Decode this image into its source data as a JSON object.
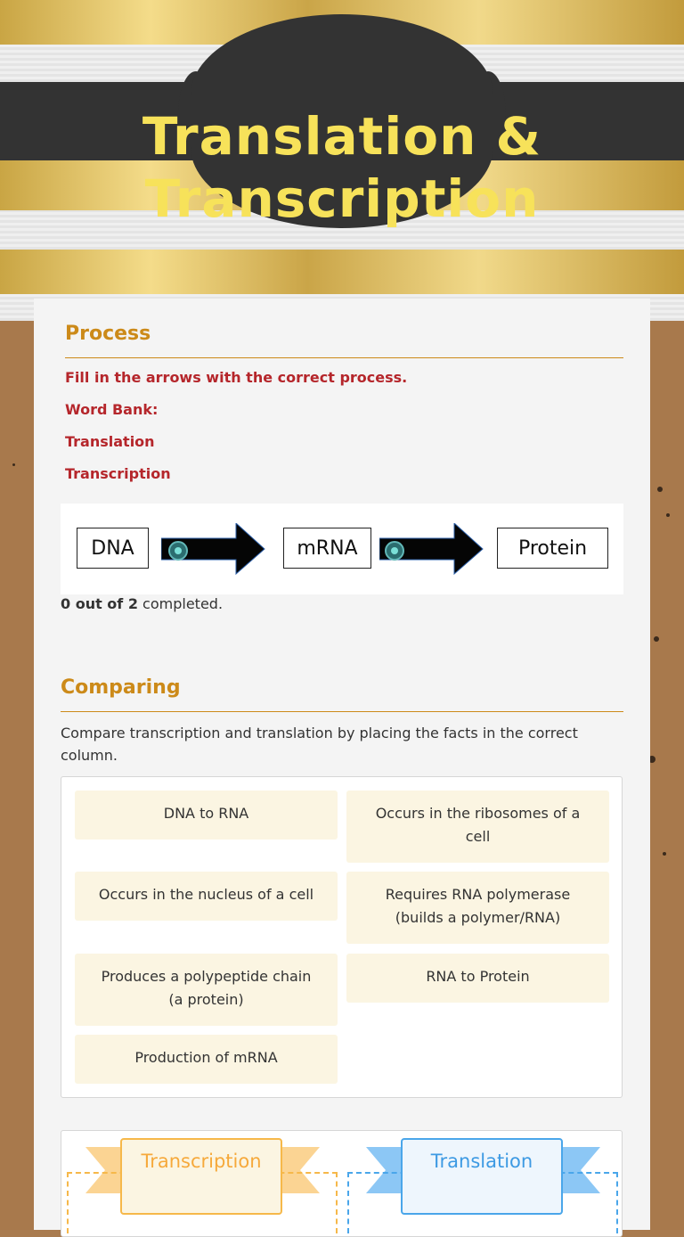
{
  "header": {
    "title_line1": "Translation &",
    "title_line2": "Transcription"
  },
  "process": {
    "heading": "Process",
    "instruction": "Fill in the arrows with the correct process.",
    "word_bank_label": "Word Bank:",
    "word_bank": [
      "Translation",
      "Transcription"
    ],
    "boxes": [
      "DNA",
      "mRNA",
      "Protein"
    ],
    "score_bold": "0 out of 2",
    "score_rest": " completed."
  },
  "comparing": {
    "heading": "Comparing",
    "description": "Compare transcription and translation by placing the facts in the correct column.",
    "facts": [
      "DNA to RNA",
      "Occurs in the ribosomes of a cell",
      "Occurs in the nucleus of a cell",
      "Requires RNA polymerase (builds a polymer/RNA)",
      "Produces a polypeptide chain (a protein)",
      "RNA to Protein",
      "Production of mRNA"
    ],
    "columns": [
      "Transcription",
      "Translation"
    ]
  },
  "colors": {
    "gold_heading": "#cc8a19",
    "red_text": "#b5262b",
    "title_yellow": "#f7e25a",
    "transcription_accent": "#f6b84a",
    "translation_accent": "#4aa6ea"
  }
}
